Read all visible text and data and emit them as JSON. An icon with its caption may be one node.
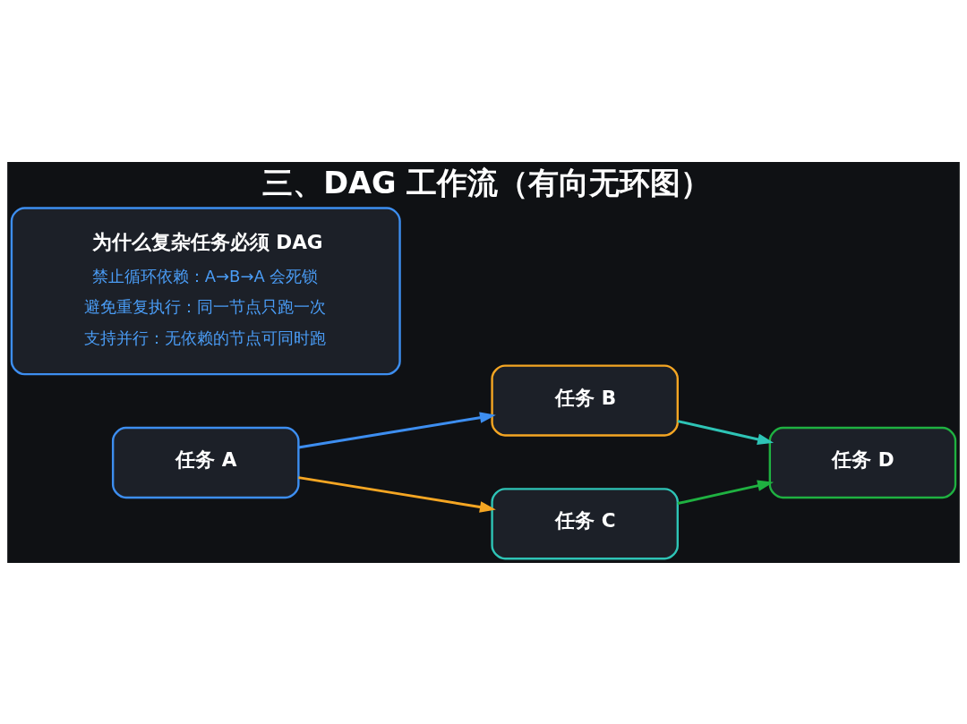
{
  "diagram": {
    "title": "三、DAG 工作流（有向无环图）",
    "nodes": [
      {
        "text": [
          "任务 A"
        ]
      },
      {
        "text": [
          "任务 B"
        ]
      },
      {
        "text": [
          "任务 D"
        ]
      },
      {
        "text": [
          "任务 C"
        ]
      },
      {
        "text": [
          "为什么复杂任务必须 DAG",
          "禁止循环依赖：A→B→A 会死锁",
          "避免重复执行：同一节点只跑一次",
          "支持并行：无依赖的节点可同时跑"
        ]
      }
    ],
    "edges": [
      {
        "from": 0,
        "to": 1,
        "arrow": "to",
        "color": "#3d8ef0"
      },
      {
        "from": 1,
        "to": 2,
        "arrow": "to",
        "color": "#2ec4b6"
      },
      {
        "from": 0,
        "to": 3,
        "arrow": "to",
        "color": "#f5a623"
      },
      {
        "from": 3,
        "to": 2,
        "arrow": "to",
        "color": "#1fb141"
      }
    ]
  }
}
